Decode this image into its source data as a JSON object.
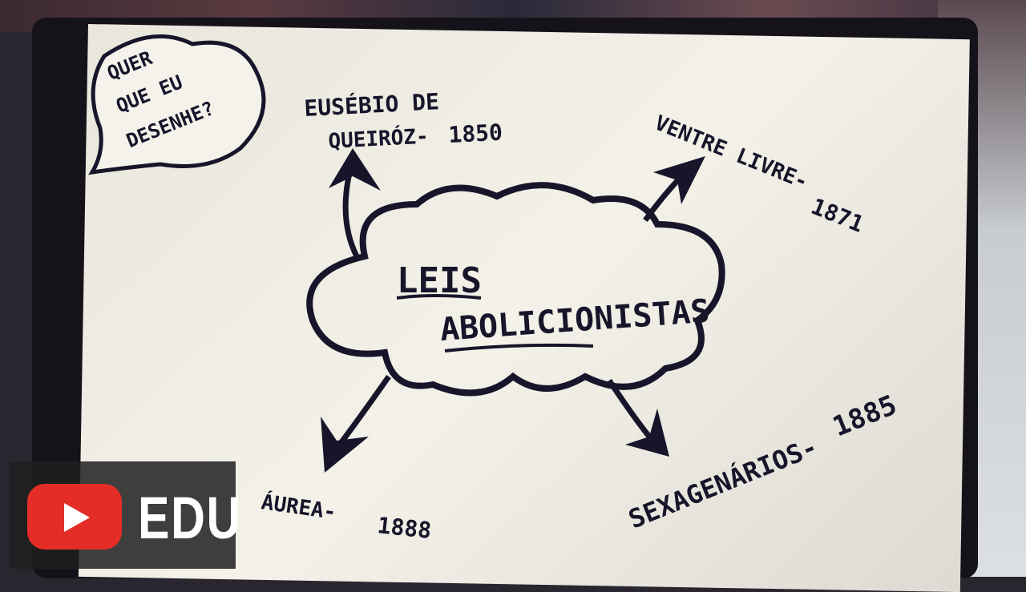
{
  "badge": {
    "lines": [
      "QUER",
      "QUE EU",
      "DESENHE?"
    ]
  },
  "center": {
    "line1": "LEIS",
    "line2": "ABOLICIONISTAS"
  },
  "branches": [
    {
      "label": "EUSÉBIO DE",
      "label2": "QUEIRÓZ-",
      "year": "1850"
    },
    {
      "label": "VENTRE LIVRE-",
      "year": "1871"
    },
    {
      "label": "ÁUREA-",
      "year": "1888"
    },
    {
      "label": "SEXAGENÁRIOS-",
      "year": "1885"
    }
  ],
  "logo": {
    "icon": "youtube-play-icon",
    "text": "EDU",
    "color": "#e52d27"
  }
}
